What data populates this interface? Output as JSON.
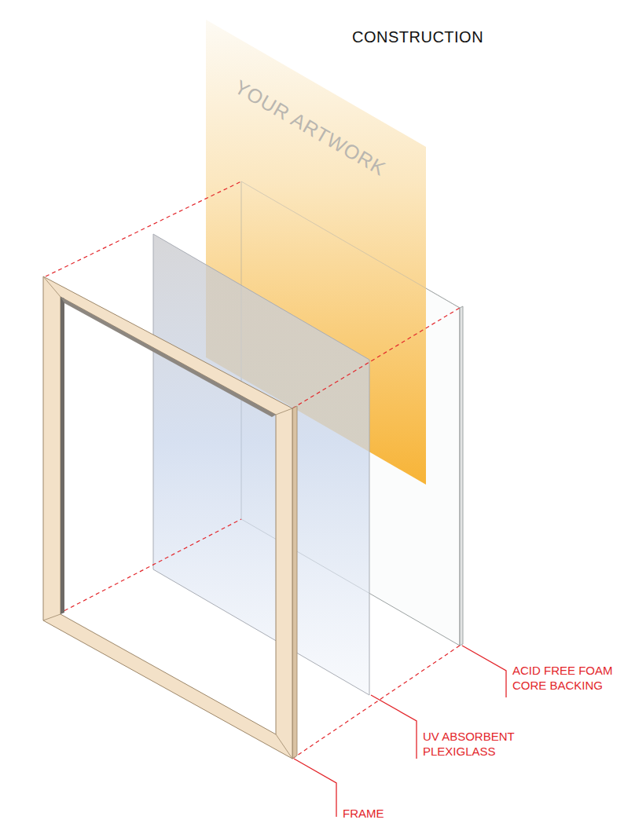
{
  "diagram": {
    "title": "CONSTRUCTION",
    "labels": [
      "YOUR ARTWORK",
      "ACID FREE FOAM CORE BACKING",
      "UV ABSORBENT PLEXIGLASS",
      "FRAME"
    ]
  }
}
